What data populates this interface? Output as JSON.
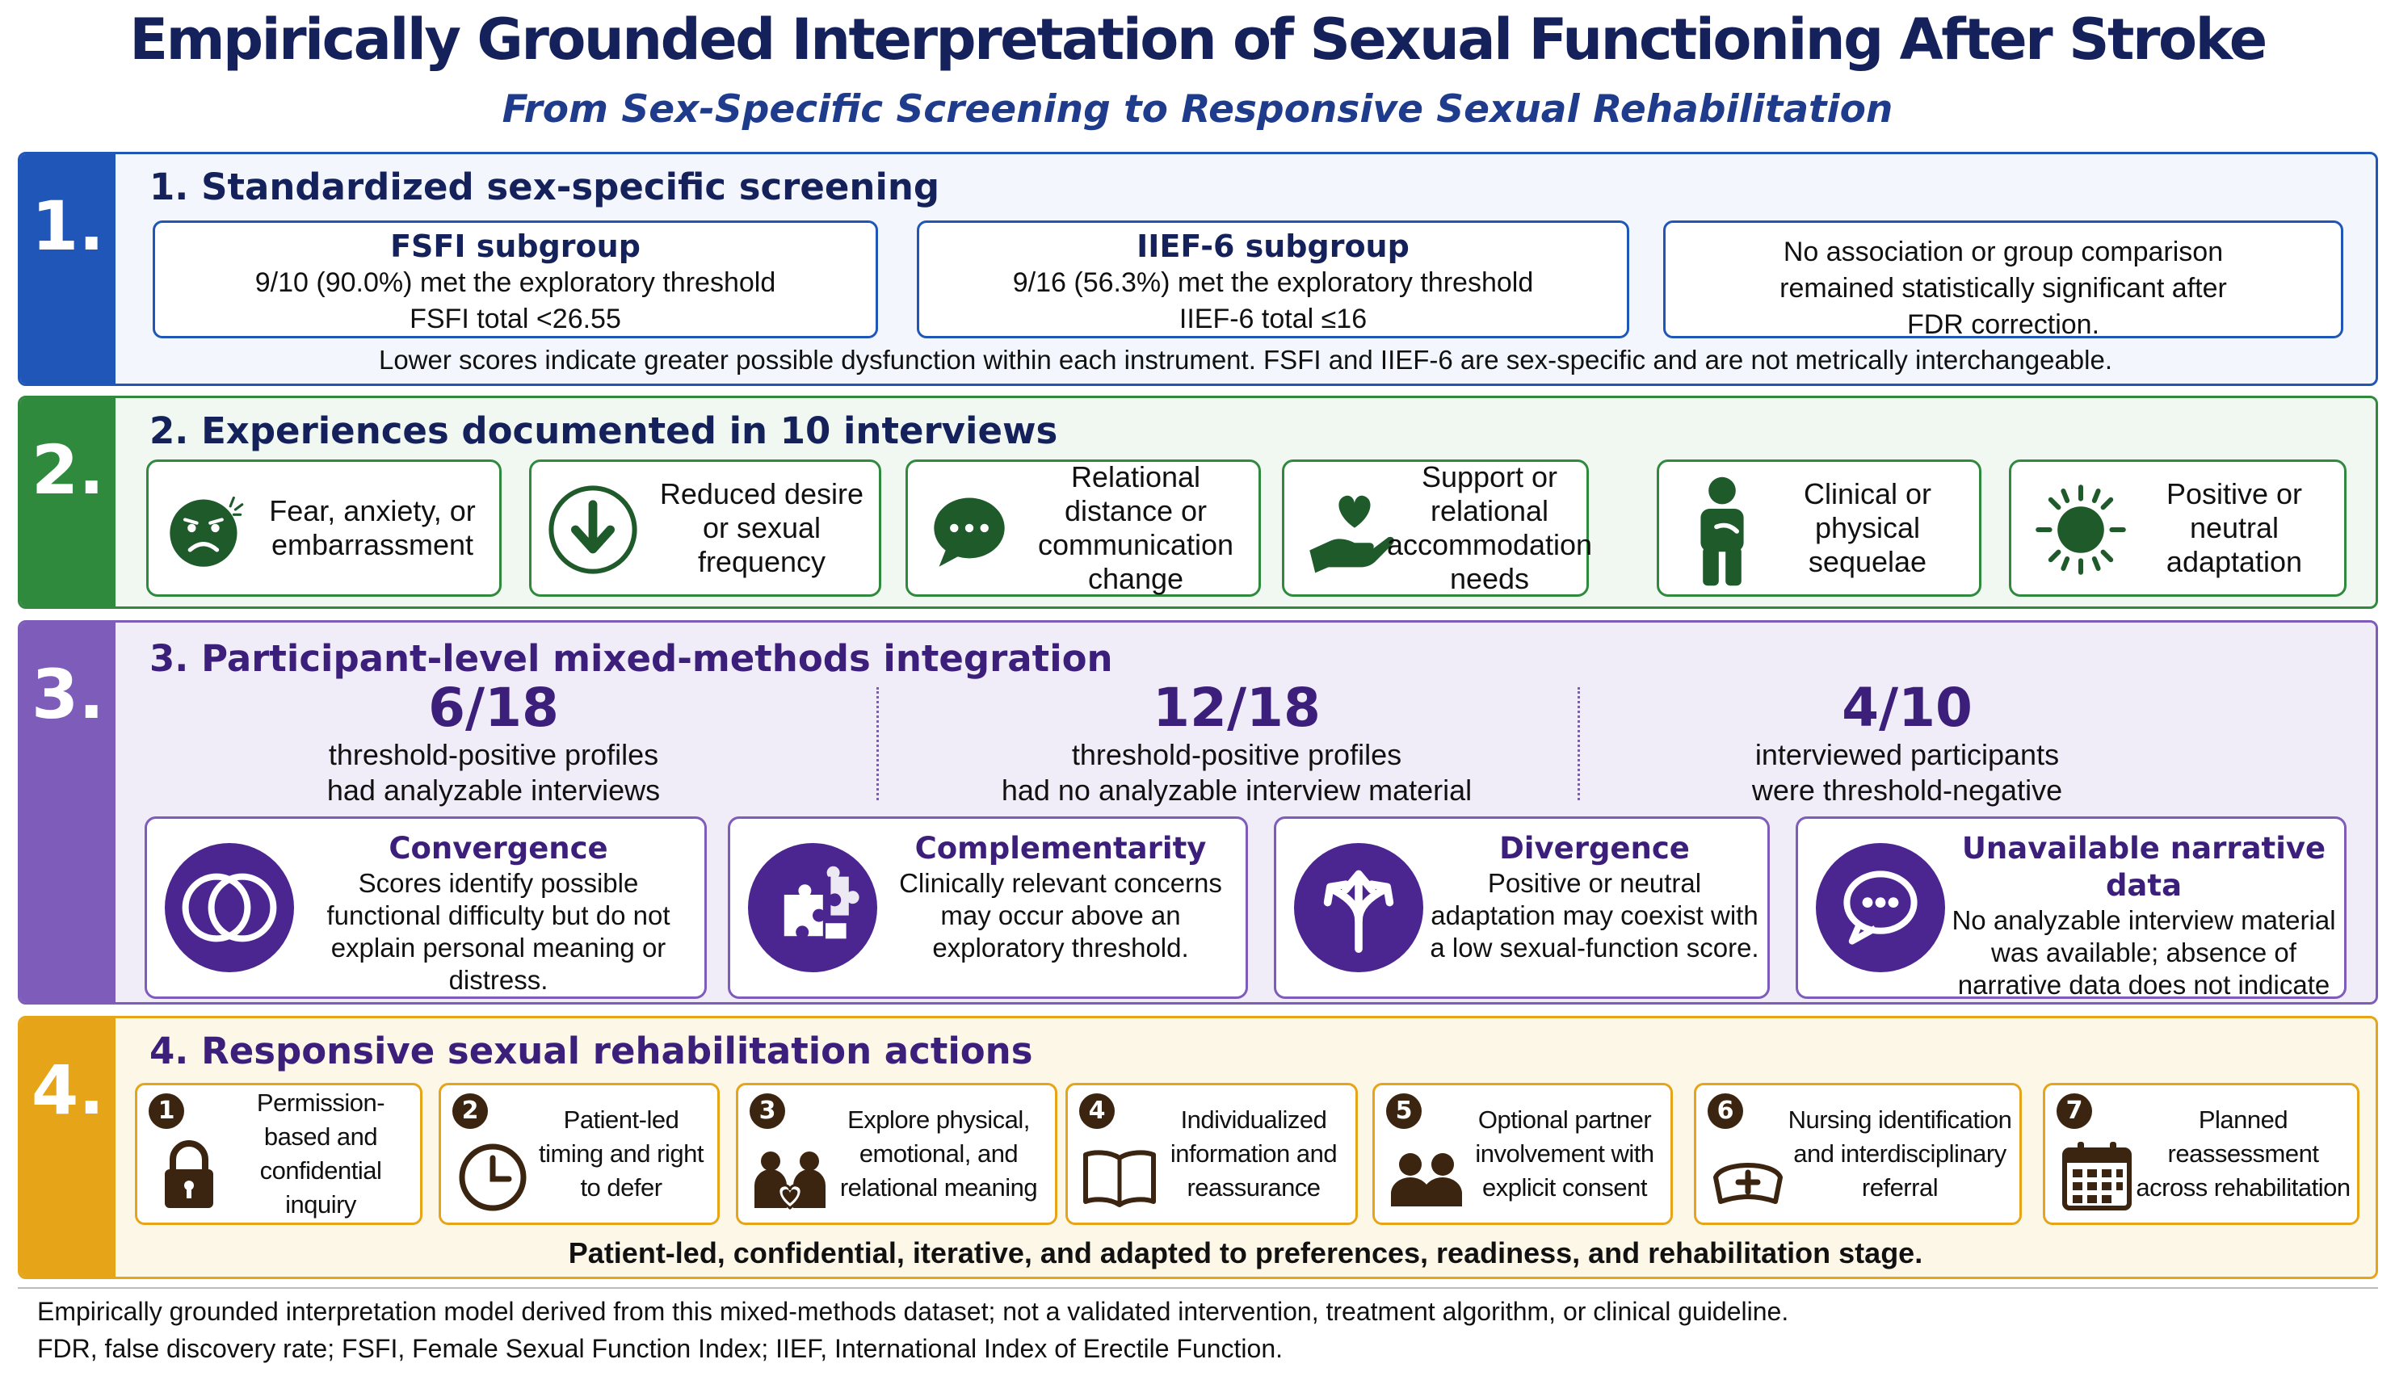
{
  "title": "Empirically Grounded Interpretation of Sexual Functioning After Stroke",
  "subtitle": "From Sex-Specific Screening to Responsive Sexual Rehabilitation",
  "section1": {
    "number": "1.",
    "title": "1. Standardized sex-specific screening",
    "fsfi": {
      "title": "FSFI subgroup",
      "line1": "9/10 (90.0%) met the exploratory threshold",
      "line2": "FSFI total <26.55"
    },
    "iief": {
      "title": "IIEF-6 subgroup",
      "line1": "9/16 (56.3%) met the exploratory threshold",
      "line2": "IIEF-6 total ≤16"
    },
    "note": {
      "line1": "No association or group comparison",
      "line2": "remained statistically significant after",
      "line3": "FDR correction."
    },
    "footer": "Lower scores indicate greater possible dysfunction within each instrument. FSFI and IIEF-6 are sex-specific and are not metrically interchangeable."
  },
  "section2": {
    "number": "2.",
    "title": "2. Experiences documented in 10 interviews",
    "items": [
      {
        "label": "Fear, anxiety, or embarrassment",
        "icon": "worried-face-icon"
      },
      {
        "label": "Reduced desire or sexual frequency",
        "icon": "down-arrow-icon"
      },
      {
        "label": "Relational distance or communication change",
        "icon": "speech-bubble-icon"
      },
      {
        "label": "Support or relational accommodation needs",
        "icon": "heart-hand-icon"
      },
      {
        "label": "Clinical or physical sequelae",
        "icon": "person-icon"
      },
      {
        "label": "Positive or neutral adaptation",
        "icon": "sun-icon"
      }
    ],
    "color": "#1f5a2a"
  },
  "section3": {
    "number": "3.",
    "title": "3. Participant-level mixed-methods integration",
    "stats": [
      {
        "value": "6/18",
        "line1": "threshold-positive profiles",
        "line2": "had analyzable interviews"
      },
      {
        "value": "12/18",
        "line1": "threshold-positive profiles",
        "line2": "had no analyzable interview material"
      },
      {
        "value": "4/10",
        "line1": "interviewed participants",
        "line2": "were threshold-negative"
      }
    ],
    "boxes": [
      {
        "title": "Convergence",
        "body": "Scores identify possible functional difficulty but do not explain personal meaning or distress.",
        "icon": "overlap-circles-icon"
      },
      {
        "title": "Complementarity",
        "body": "Clinically relevant concerns may occur above an exploratory threshold.",
        "icon": "puzzle-icon"
      },
      {
        "title": "Divergence",
        "body": "Positive or neutral adaptation may coexist with a low sexual-function score.",
        "icon": "diverging-arrows-icon"
      },
      {
        "title": "Unavailable narrative data",
        "body": "No analyzable interview material was available; absence of narrative data does not indicate absence of concern.",
        "icon": "chat-bubble-icon"
      }
    ]
  },
  "section4": {
    "number": "4.",
    "title": "4. Responsive sexual rehabilitation actions",
    "actions": [
      {
        "n": "1",
        "label": "Permission-based and confidential inquiry",
        "icon": "padlock-icon"
      },
      {
        "n": "2",
        "label": "Patient-led timing and right to defer",
        "icon": "clock-icon"
      },
      {
        "n": "3",
        "label": "Explore physical, emotional, and relational meaning",
        "icon": "people-heart-icon"
      },
      {
        "n": "4",
        "label": "Individualized information and reassurance",
        "icon": "open-book-icon"
      },
      {
        "n": "5",
        "label": "Optional partner involvement with explicit consent",
        "icon": "two-people-icon"
      },
      {
        "n": "6",
        "label": "Nursing identification and interdisciplinary referral",
        "icon": "nurse-cap-icon"
      },
      {
        "n": "7",
        "label": "Planned reassessment across rehabilitation",
        "icon": "calendar-icon"
      }
    ],
    "footer": "Patient-led, confidential, iterative, and adapted to preferences, readiness, and rehabilitation stage."
  },
  "footnotes": {
    "line1": "Empirically grounded interpretation model derived from this mixed-methods dataset; not a validated intervention, treatment algorithm, or clinical guideline.",
    "line2": "FDR, false discovery rate; FSFI, Female Sexual Function Index; IIEF, International Index of Erectile Function."
  },
  "colors": {
    "blue": "#1f56b8",
    "green": "#2f8a3e",
    "purple": "#7d5cba",
    "gold": "#e6a419",
    "navy": "#14215a"
  }
}
